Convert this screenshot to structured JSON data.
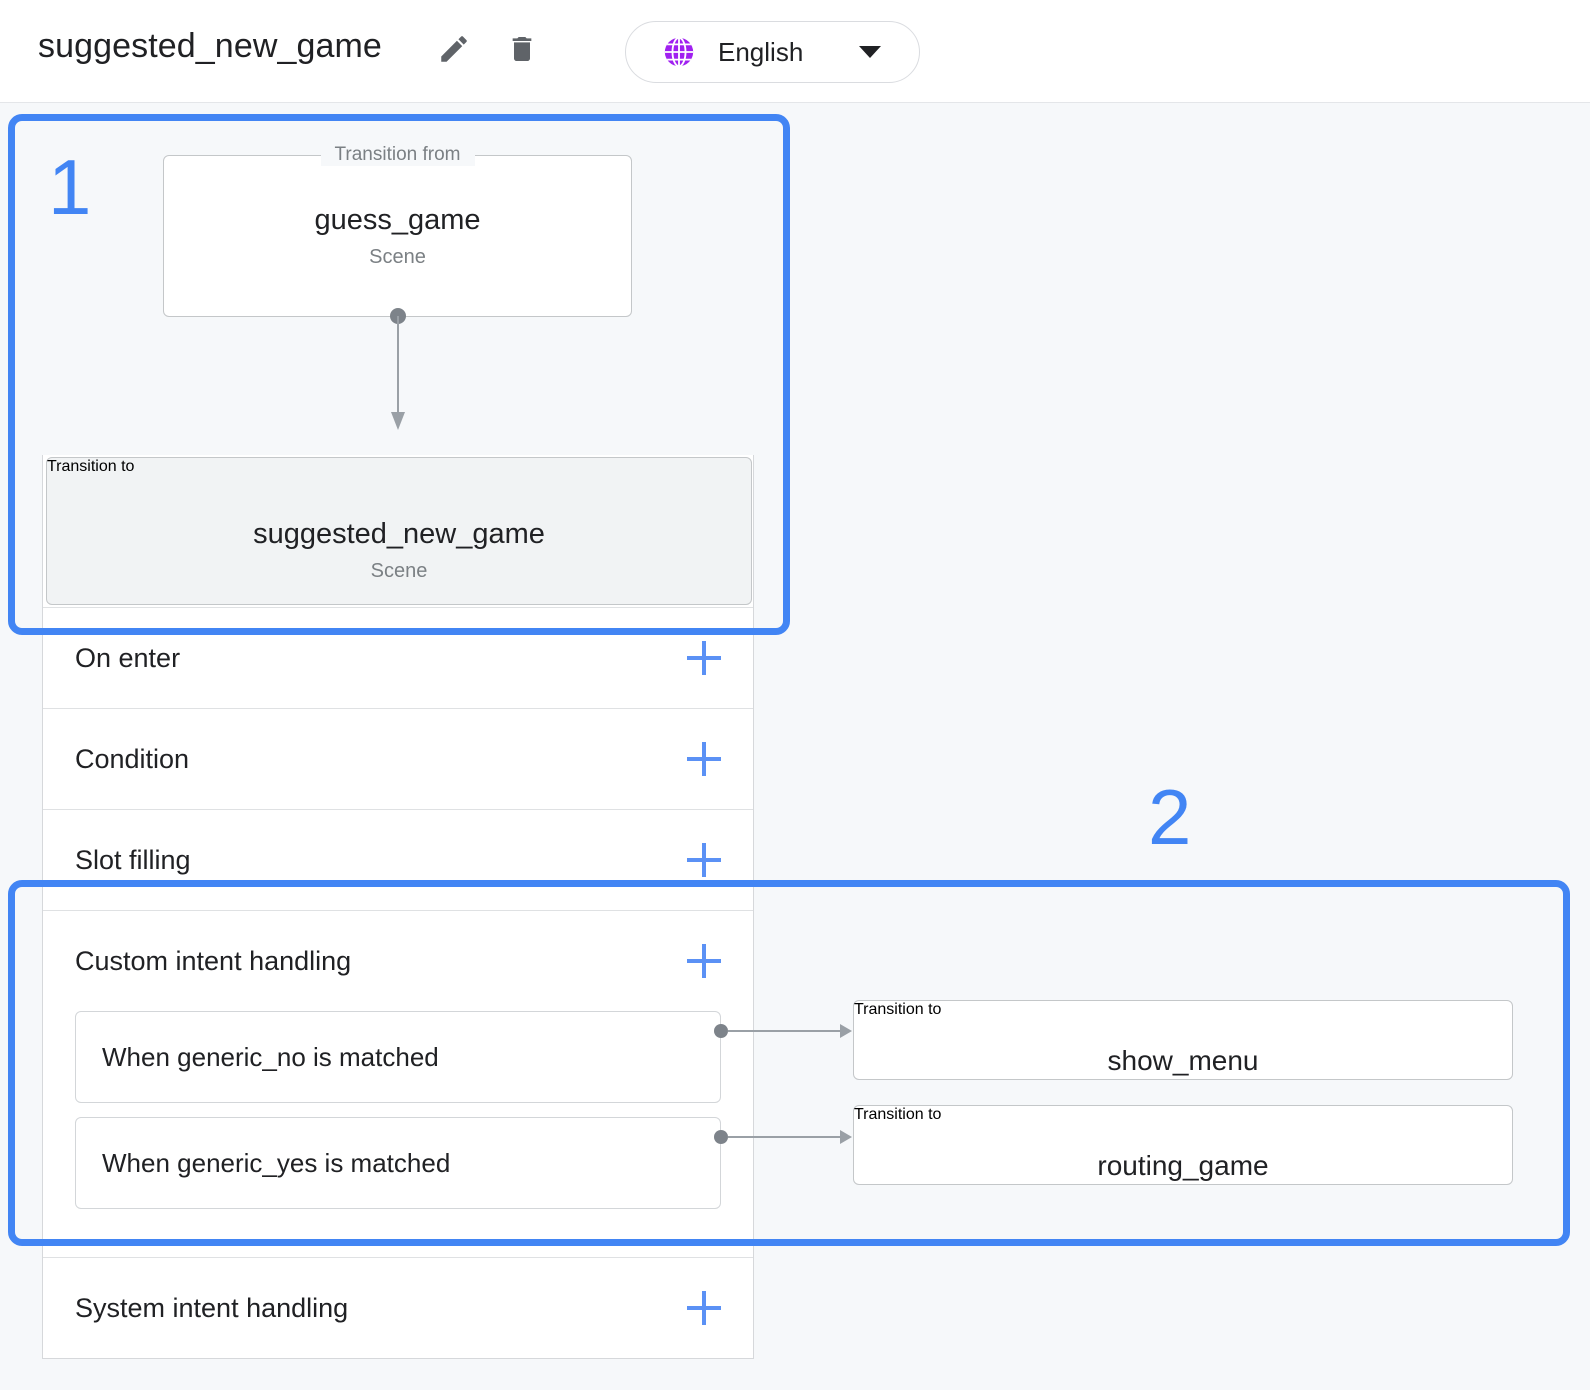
{
  "header": {
    "title": "suggested_new_game",
    "edit_icon": "pencil-icon",
    "delete_icon": "trash-icon",
    "language": {
      "icon": "globe-icon",
      "label": "English",
      "caret": "chevron-down-icon"
    }
  },
  "colors": {
    "accent_blue": "#4285f4",
    "plus_blue": "#5b91f5",
    "globe_purple": "#a020f0",
    "text_primary": "#202124",
    "text_secondary": "#7b8084",
    "canvas_bg": "#f6f8fa",
    "selected_block_bg": "#f1f3f4",
    "border_grey": "#c4c7c9",
    "connector_grey": "#9aa0a6"
  },
  "graph": {
    "transition_from": {
      "legend": "Transition from",
      "name": "guess_game",
      "type": "Scene"
    },
    "transition_to_current": {
      "legend": "Transition to",
      "name": "suggested_new_game",
      "type": "Scene"
    }
  },
  "rows": [
    {
      "label": "On enter",
      "add": "+"
    },
    {
      "label": "Condition",
      "add": "+"
    },
    {
      "label": "Slot filling",
      "add": "+"
    },
    {
      "label": "Custom intent handling",
      "add": "+"
    },
    {
      "label": "System intent handling",
      "add": "+"
    }
  ],
  "custom_intents": [
    {
      "label": "When generic_no is matched",
      "target": {
        "legend": "Transition to",
        "name": "show_menu"
      }
    },
    {
      "label": "When generic_yes is matched",
      "target": {
        "legend": "Transition to",
        "name": "routing_game"
      }
    }
  ],
  "annotations": [
    {
      "number": "1"
    },
    {
      "number": "2"
    }
  ]
}
